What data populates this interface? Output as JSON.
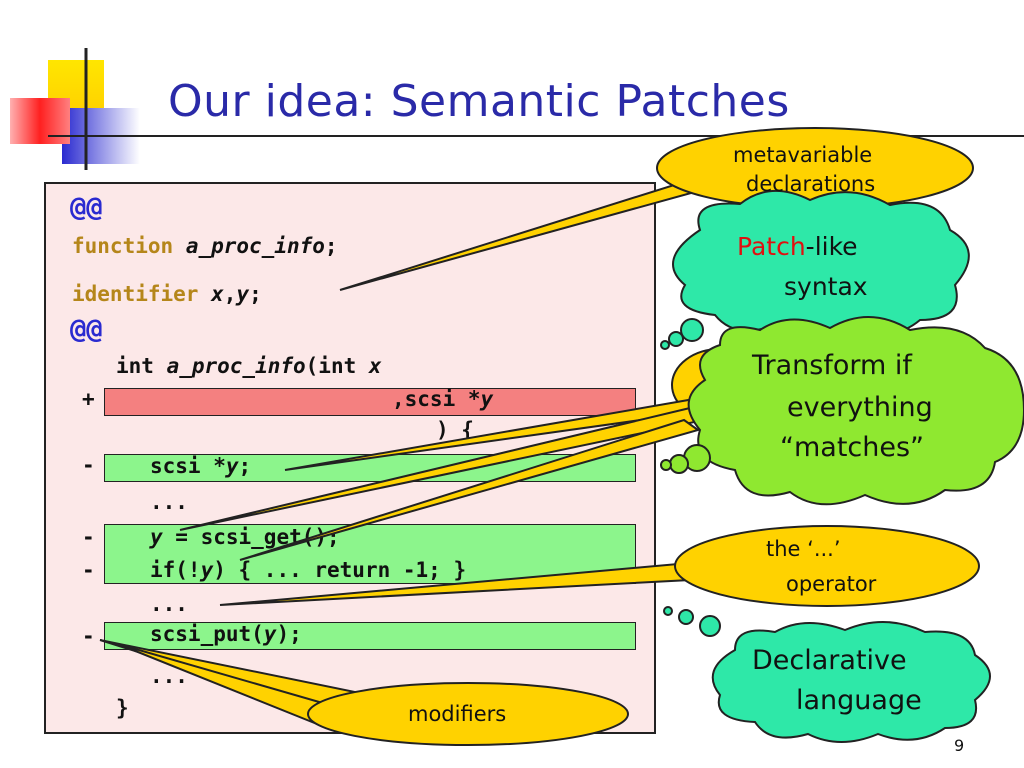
{
  "slide": {
    "title": "Our idea: Semantic Patches",
    "page_number": "9"
  },
  "code": {
    "at1": "@@",
    "function_kw": "function",
    "function_name": "a_proc_info",
    "function_end": ";",
    "identifier_kw": "identifier",
    "identifier_x": "x",
    "identifier_comma": ",",
    "identifier_y": "y",
    "identifier_end": ";",
    "at2": "@@",
    "sig_int": "int ",
    "sig_name": "a_proc_info",
    "sig_args": "(int ",
    "sig_x": "x",
    "plus_marker": "+",
    "plus_text": ",scsi *",
    "plus_y": "y",
    "close_paren": ") {",
    "minus1_marker": "-",
    "minus1_text": "scsi *",
    "minus1_y": "y",
    "minus1_end": ";",
    "dots1": "...",
    "minus2_marker": "-",
    "minus2_y": "y",
    "minus2_text": " = scsi_get();",
    "minus3_marker": "-",
    "minus3_text_a": "if(!",
    "minus3_y": "y",
    "minus3_text_b": ") { ... return -1; }",
    "dots2": "...",
    "minus4_marker": "-",
    "minus4_text_a": "scsi_put(",
    "minus4_y": "y",
    "minus4_text_b": ");",
    "dots3": "...",
    "close_brace": "}"
  },
  "callouts": {
    "metavariable_line1": "metavariable",
    "metavariable_line2": "declarations",
    "patch_red": "Patch",
    "patch_rest": "-like",
    "patch_line2": "syntax",
    "transform_line1": "Transform if",
    "transform_line2": "everything",
    "transform_line3": "“matches”",
    "dots_op_line1": "the ‘...’",
    "dots_op_line2": "operator",
    "declarative_line1": "Declarative",
    "declarative_line2": "language",
    "modifiers": "modifiers"
  },
  "colors": {
    "title": "#2a2aa8",
    "code_bg": "#fce8e8",
    "plus_bar": "#f48080",
    "minus_bar": "#8cf58c",
    "keyword": "#b5861a",
    "yellow_callout": "#ffd200",
    "teal_cloud": "#2ee8a8",
    "green_cloud": "#8fe830"
  }
}
